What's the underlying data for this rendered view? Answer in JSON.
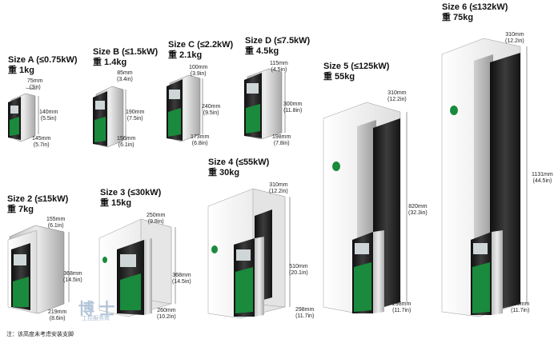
{
  "units": [
    {
      "id": "a",
      "title": "Size A (≤0.75kW)",
      "weight": "重 1kg",
      "dims": {
        "width": [
          "75mm",
          "(3in)"
        ],
        "height": [
          "140mm",
          "(5.5in)"
        ],
        "depth": [
          "145mm",
          "(5.7in)"
        ]
      }
    },
    {
      "id": "b",
      "title": "Size B (≤1.5kW)",
      "weight": "重 1.4kg",
      "dims": {
        "width": [
          "85mm",
          "(3.4in)"
        ],
        "height": [
          "190mm",
          "(7.5in)"
        ],
        "depth": [
          "156mm",
          "(6.1in)"
        ]
      }
    },
    {
      "id": "c",
      "title": "Size C (≤2.2kW)",
      "weight": "重 2.1kg",
      "dims": {
        "width": [
          "100mm",
          "(3.9in)"
        ],
        "height": [
          "240mm",
          "(9.5in)"
        ],
        "depth": [
          "173mm",
          "(6.8in)"
        ]
      }
    },
    {
      "id": "d",
      "title": "Size D (≤7.5kW)",
      "weight": "重 4.5kg",
      "dims": {
        "width": [
          "115mm",
          "(4.5in)"
        ],
        "height": [
          "300mm",
          "(11.8in)"
        ],
        "depth": [
          "198mm",
          "(7.8in)"
        ]
      }
    },
    {
      "id": "s2",
      "title": "Size 2 (≤15kW)",
      "weight": "重 7kg",
      "dims": {
        "width": [
          "155mm",
          "(6.1in)"
        ],
        "height": [
          "368mm",
          "(14.5in)"
        ],
        "depth": [
          "219mm",
          "(8.6in)"
        ]
      }
    },
    {
      "id": "s3",
      "title": "Size 3 (≤30kW)",
      "weight": "重 15kg",
      "dims": {
        "width": [
          "250mm",
          "(9.8in)"
        ],
        "height": [
          "368mm",
          "(14.5in)"
        ],
        "depth": [
          "260mm",
          "(10.2in)"
        ]
      }
    },
    {
      "id": "s4",
      "title": "Size 4 (≤55kW)",
      "weight": "重 30kg",
      "dims": {
        "width": [
          "310mm",
          "(12.2in)"
        ],
        "height": [
          "510mm",
          "(20.1in)"
        ],
        "depth": [
          "298mm",
          "(11.7in)"
        ]
      }
    },
    {
      "id": "s5",
      "title": "Size 5 (≤125kW)",
      "weight": "重 55kg",
      "dims": {
        "width": [
          "310mm",
          "(12.2in)"
        ],
        "height": [
          "820mm",
          "(32.3in)"
        ],
        "depth": [
          "298mm",
          "(11.7in)"
        ]
      }
    },
    {
      "id": "s6",
      "title": "Size 6 (≤132kW)",
      "weight": "重 75kg",
      "dims": {
        "width": [
          "310mm",
          "(12.2in)"
        ],
        "height": [
          "1131mm",
          "(44.5in)"
        ],
        "depth": [
          "298mm",
          "(11.7in)"
        ]
      }
    }
  ],
  "note": "注：该高度未考虑安装支脚",
  "watermark": {
    "main": "博 士",
    "sub": "工控服务商"
  },
  "colors": {
    "green": "#1a8a3c",
    "dark": "#1e1e1e",
    "silver": "#d8d8d8",
    "white": "#f4f4f4"
  }
}
